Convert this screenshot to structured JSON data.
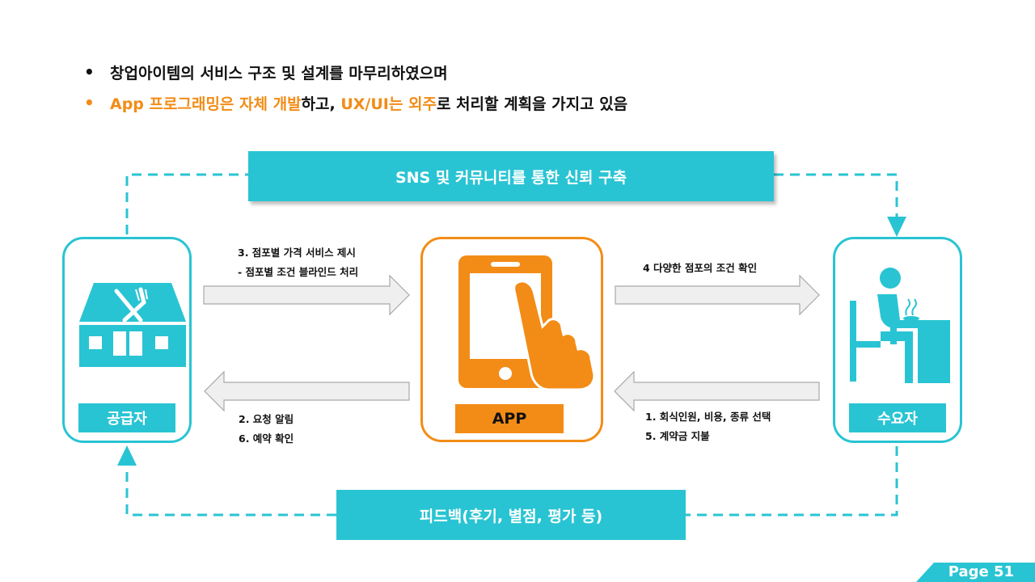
{
  "bullets": [
    {
      "segments": [
        {
          "text": "창업아이템의 서비스 구조 및 설계를 마무리하였으며",
          "highlight": false
        }
      ]
    },
    {
      "segments": [
        {
          "text": "App 프로그래밍은 자체 개발",
          "highlight": true
        },
        {
          "text": "하고, ",
          "highlight": false
        },
        {
          "text": "UX/UI는 외주",
          "highlight": true
        },
        {
          "text": "로 처리할 계획을 가지고 있음",
          "highlight": false
        }
      ]
    }
  ],
  "diagram": {
    "top_banner": "SNS 및 커뮤니티를 통한 신뢰 구축",
    "bottom_banner": "피드백(후기, 별점, 평가 등)",
    "nodes": {
      "supplier": {
        "label": "공급자",
        "icon": "restaurant-icon"
      },
      "app": {
        "label": "APP",
        "icon": "smartphone-tap-icon"
      },
      "consumer": {
        "label": "수요자",
        "icon": "diner-icon"
      }
    },
    "flows": {
      "supplier_to_app": [
        "3. 점포별 가격 서비스 제시",
        "- 점포별 조건 블라인드 처리"
      ],
      "app_to_consumer": [
        "4 다양한 점포의 조건 확인"
      ],
      "app_to_supplier": [
        "2. 요청 알림",
        "6. 예약 확인"
      ],
      "consumer_to_app": [
        "1. 회식인원, 비용, 종류 선택",
        "5. 계약금 지불"
      ]
    },
    "colors": {
      "accent": "#29c4d3",
      "highlight": "#f28c16",
      "arrow_fill": "#efefef"
    }
  },
  "footer": {
    "page": "Page 51"
  }
}
